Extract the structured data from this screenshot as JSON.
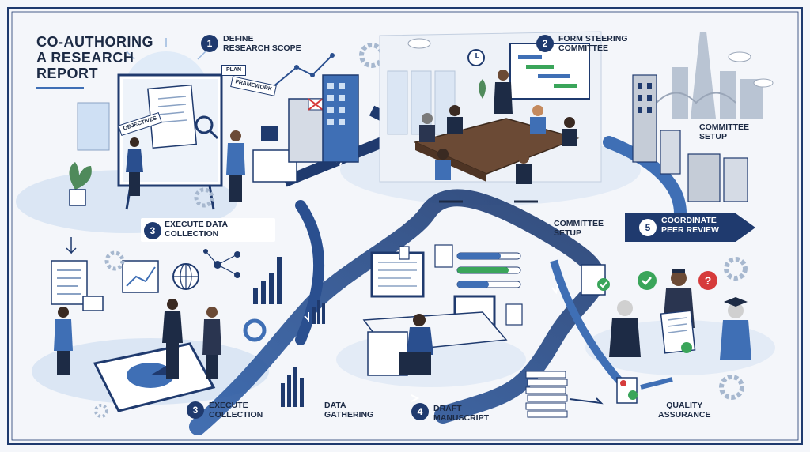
{
  "title": {
    "line1": "CO-AUTHORING",
    "line2": "A RESEARCH",
    "line3": "REPORT"
  },
  "steps": [
    {
      "number": "1",
      "line1": "DEFINE",
      "line2": "RESEARCH SCOPE"
    },
    {
      "number": "2",
      "line1": "FORM STEERING",
      "line2": "COMMITTEE"
    },
    {
      "number": "3",
      "line1": "EXECUTE DATA",
      "line2": "COLLECTION"
    },
    {
      "number": "3",
      "line1": "EXECUTE",
      "line2": "COLLECTION"
    },
    {
      "number": "4",
      "line1": "DRAFT",
      "line2": "MANUSCRIPT"
    },
    {
      "number": "5",
      "line1": "COORDINATE",
      "line2": "PEER REVIEW"
    }
  ],
  "labels": {
    "committee_setup_top": {
      "line1": "COMMITTEE",
      "line2": "SETUP"
    },
    "committee_setup_mid": {
      "line1": "COMMITTEE",
      "line2": "SETUP"
    },
    "data_gathering": {
      "line1": "DATA",
      "line2": "GATHERING"
    },
    "quality_assurance": {
      "line1": "QUALITY",
      "line2": "ASSURANCE"
    }
  },
  "board_cards": {
    "objectives": "OBJECTIVES",
    "plan": "PLAN",
    "framework": "FRAMEWORK"
  },
  "colors": {
    "navy": "#1f3a6e",
    "blue": "#3f6fb5",
    "light_blue": "#cfe0f4",
    "green": "#3aa55a",
    "red": "#d63b3b"
  }
}
